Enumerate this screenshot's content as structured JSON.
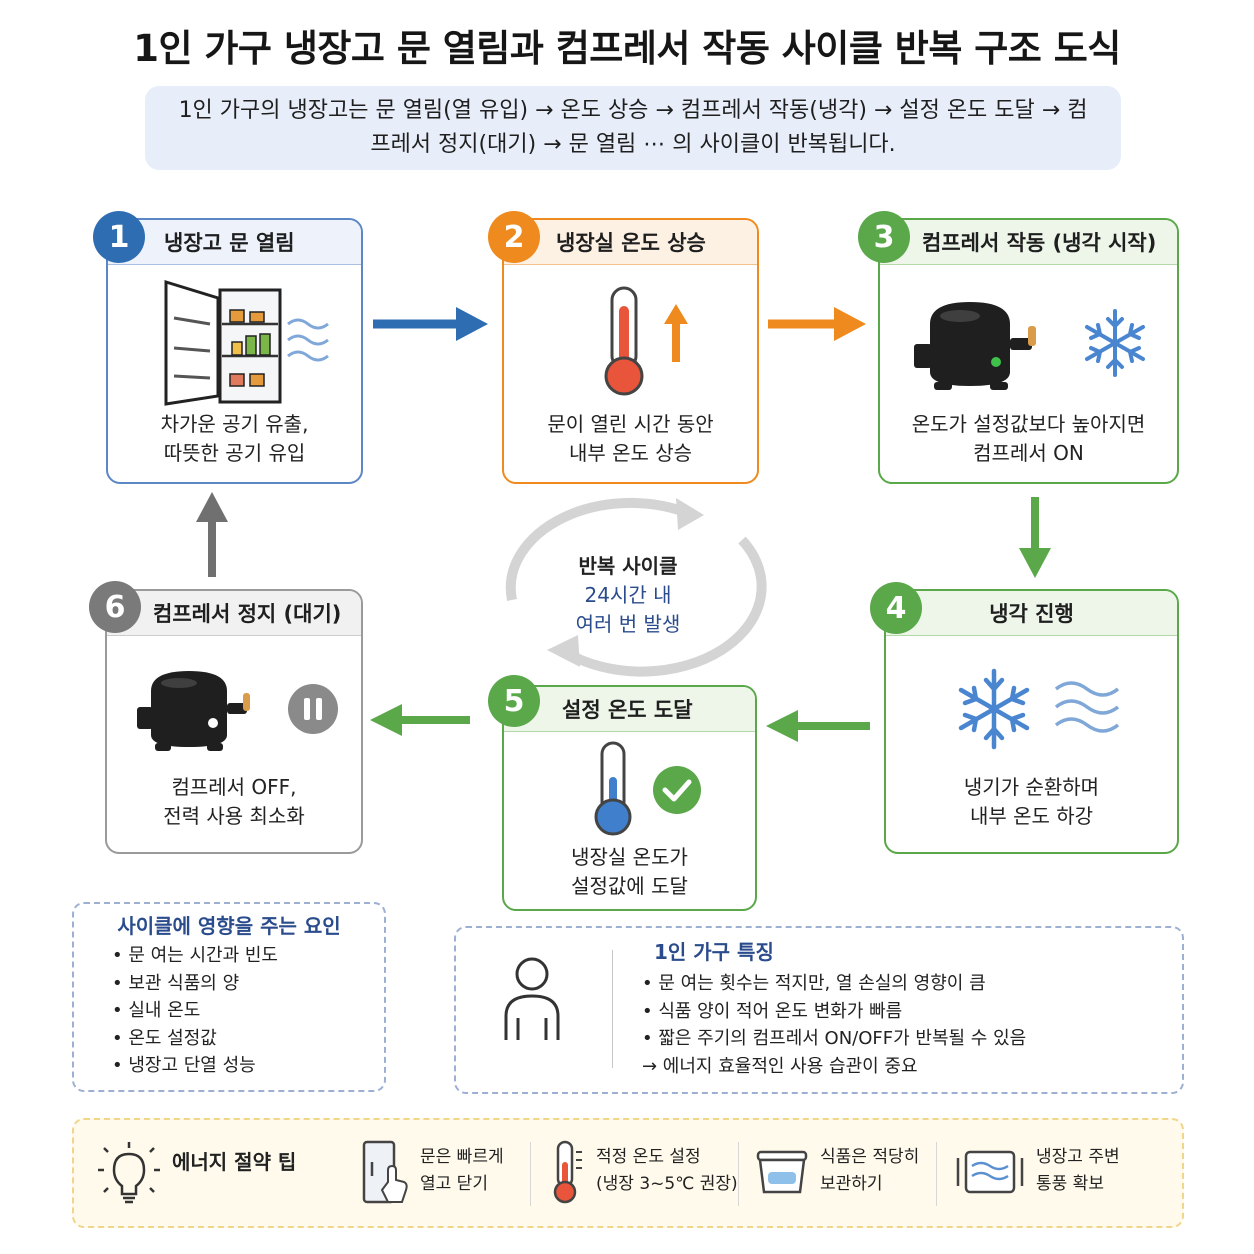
{
  "title": "1인 가구 냉장고 문 열림과 컴프레서 작동 사이클 반복 구조 도식",
  "intro": "1인 가구의 냉장고는 문 열림(열 유입) → 온도 상승 → 컴프레서 작동(냉각) → 설정 온도 도달 → 컴프레서 정지(대기) → 문 열림 ⋯ 의 사이클이 반복됩니다.",
  "colors": {
    "blue": "#2f6db3",
    "orange": "#ef8a1f",
    "green": "#5aa84a",
    "gray": "#7a7a7a"
  },
  "steps": [
    {
      "num": "1",
      "title": "냉장고 문 열림",
      "desc1": "차가운 공기 유출,",
      "desc2": "따뜻한 공기 유입",
      "icon": "open-fridge-icon"
    },
    {
      "num": "2",
      "title": "냉장실 온도 상승",
      "desc1": "문이 열린 시간 동안",
      "desc2": "내부 온도 상승",
      "icon": "thermometer-hot-icon"
    },
    {
      "num": "3",
      "title": "컴프레서 작동 (냉각 시작)",
      "desc1": "온도가 설정값보다 높아지면",
      "desc2": "컴프레서 ON",
      "icon": "compressor-icon"
    },
    {
      "num": "4",
      "title": "냉각 진행",
      "desc1": "냉기가 순환하며",
      "desc2": "내부 온도 하강",
      "icon": "snowflake-icon"
    },
    {
      "num": "5",
      "title": "설정 온도 도달",
      "desc1": "냉장실 온도가",
      "desc2": "설정값에 도달",
      "icon": "thermometer-cold-icon"
    },
    {
      "num": "6",
      "title": "컴프레서 정지 (대기)",
      "desc1": "컴프레서 OFF,",
      "desc2": "전력 사용 최소화",
      "icon": "compressor-pause-icon"
    }
  ],
  "cycle": {
    "line1": "반복 사이클",
    "line2": "24시간 내",
    "line3": "여러 번 발생"
  },
  "factors": {
    "title": "사이클에 영향을 주는 요인",
    "items": [
      "문 여는 시간과 빈도",
      "보관 식품의 양",
      "실내 온도",
      "온도 설정값",
      "냉장고 단열 성능"
    ]
  },
  "single": {
    "title": "1인 가구 특징",
    "items": [
      "문 여는 횟수는 적지만, 열 손실의 영향이 큼",
      "식품 양이 적어 온도 변화가 빠름",
      "짧은 주기의 컴프레서 ON/OFF가 반복될 수 있음"
    ],
    "conclusion": "→ 에너지 효율적인 사용 습관이 중요"
  },
  "tips": {
    "title": "에너지 절약 팁",
    "items": [
      {
        "l1": "문은 빠르게",
        "l2": "열고 닫기",
        "icon": "door-hand-icon"
      },
      {
        "l1": "적정 온도 설정",
        "l2": "(냉장 3~5℃ 권장)",
        "icon": "thermometer-icon"
      },
      {
        "l1": "식품은 적당히",
        "l2": "보관하기",
        "icon": "food-container-icon"
      },
      {
        "l1": "냉장고 주변",
        "l2": "통풍 확보",
        "icon": "ventilation-icon"
      }
    ]
  }
}
